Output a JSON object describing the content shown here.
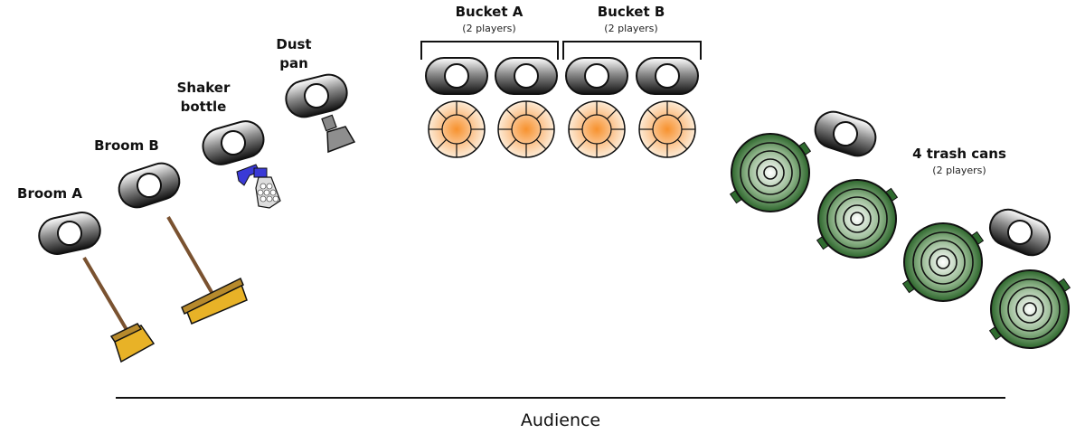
{
  "labels": {
    "broom_a": "Broom A",
    "broom_b": "Broom B",
    "shaker_line1": "Shaker",
    "shaker_line2": "bottle",
    "dust_line1": "Dust",
    "dust_line2": "pan",
    "bucket_a": "Bucket A",
    "bucket_a_players": "(2 players)",
    "bucket_b": "Bucket B",
    "bucket_b_players": "(2 players)",
    "trash_cans": "4 trash cans",
    "trash_cans_players": "(2 players)",
    "audience": "Audience"
  },
  "icons": {
    "spotlight": "spotlight-icon",
    "broom": "broom-icon",
    "spray_bottle": "spray-bottle-icon",
    "dust_pan": "dust-pan-icon",
    "bucket": "bucket-icon",
    "trash_can": "trash-can-icon"
  },
  "colors": {
    "broom_head": "#e8b227",
    "broom_stick": "#7a5230",
    "spray_trigger": "#3a3ad6",
    "bucket_center": "#f39a3c",
    "bucket_edge": "#fde5cc",
    "trash_can": "#2f6b2f",
    "trash_can_light": "#dcebd8",
    "line": "#111111"
  }
}
